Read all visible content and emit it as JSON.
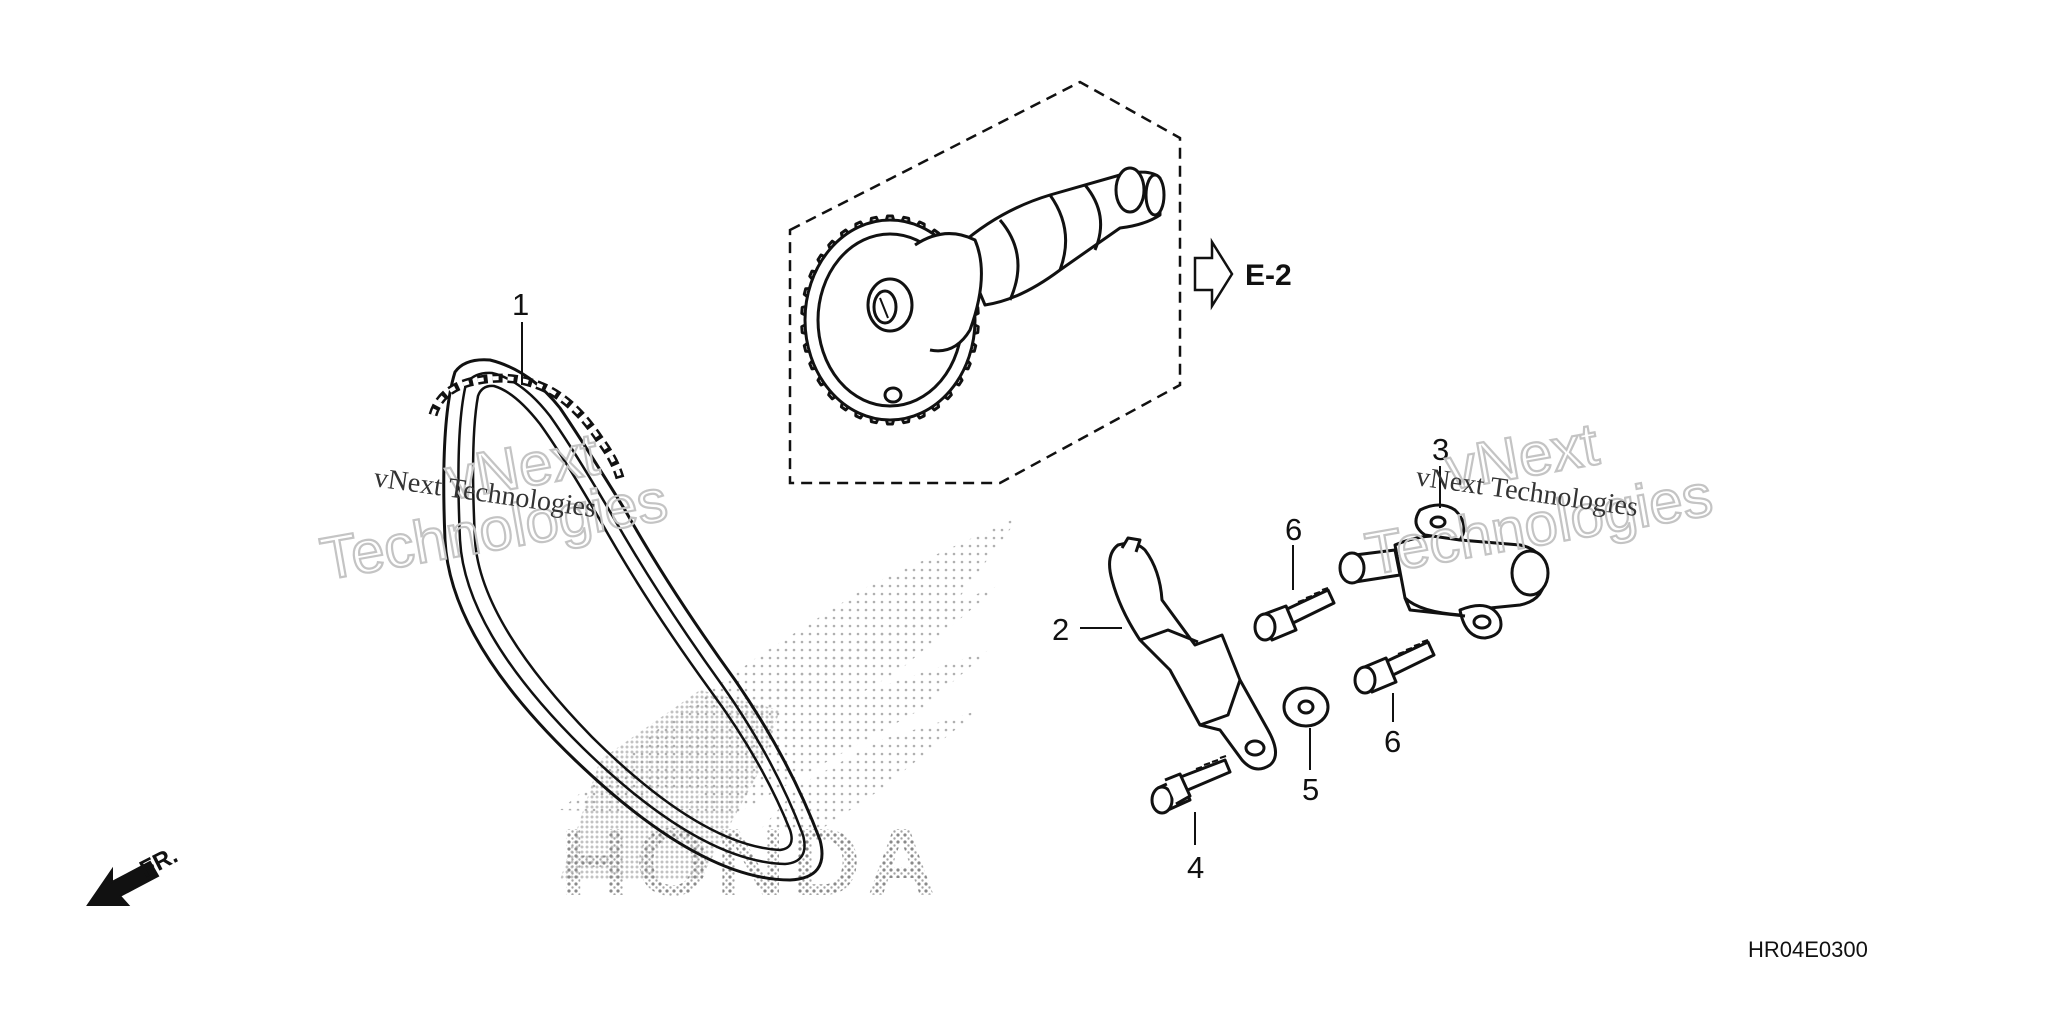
{
  "diagram": {
    "part_callouts": [
      "1",
      "2",
      "3",
      "4",
      "5",
      "6",
      "6"
    ],
    "reference_label": "E-2",
    "diagram_code": "HR04E0300",
    "direction_label": "FR.",
    "brand_logo_text": "HONDA",
    "watermark": {
      "brand": "vNext",
      "company": "Technologies",
      "full": "vNext Technologies"
    }
  }
}
